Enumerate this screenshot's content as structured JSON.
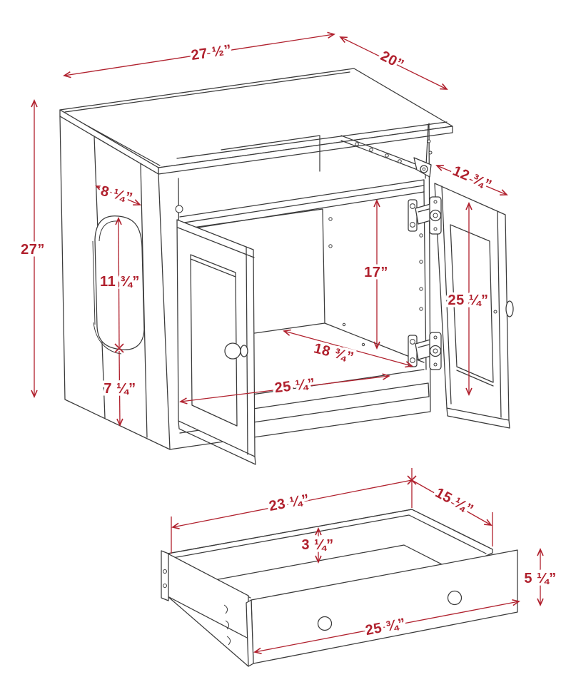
{
  "figure": {
    "kind": "furniture-dimension-diagram",
    "views": [
      "cabinet-with-open-doors",
      "drawer"
    ],
    "units": "inches"
  },
  "style": {
    "background": "#ffffff",
    "line_color": "#3a3a3a",
    "dimension_color": "#b0202d"
  },
  "dims": [
    {
      "id": "top-width",
      "label": "27 ½”"
    },
    {
      "id": "top-depth",
      "label": "20”"
    },
    {
      "id": "overall-height",
      "label": "27”"
    },
    {
      "id": "side-opening-width",
      "label": "8 ¼”"
    },
    {
      "id": "side-opening-height",
      "label": "11 ¾”"
    },
    {
      "id": "side-opening-to-floor",
      "label": "7 ¼”"
    },
    {
      "id": "door-width",
      "label": "12 ¾”"
    },
    {
      "id": "interior-height",
      "label": "17”"
    },
    {
      "id": "door-height",
      "label": "25 ¼”"
    },
    {
      "id": "interior-depth",
      "label": "18 ¾”"
    },
    {
      "id": "interior-width",
      "label": "25 ¼”"
    },
    {
      "id": "drawer-inner-width",
      "label": "23 ¼”"
    },
    {
      "id": "drawer-depth",
      "label": "15 ¼”"
    },
    {
      "id": "drawer-inner-height",
      "label": "3 ¼”"
    },
    {
      "id": "drawer-front-height",
      "label": "5 ¼”"
    },
    {
      "id": "drawer-front-width",
      "label": "25 ¾”"
    }
  ]
}
